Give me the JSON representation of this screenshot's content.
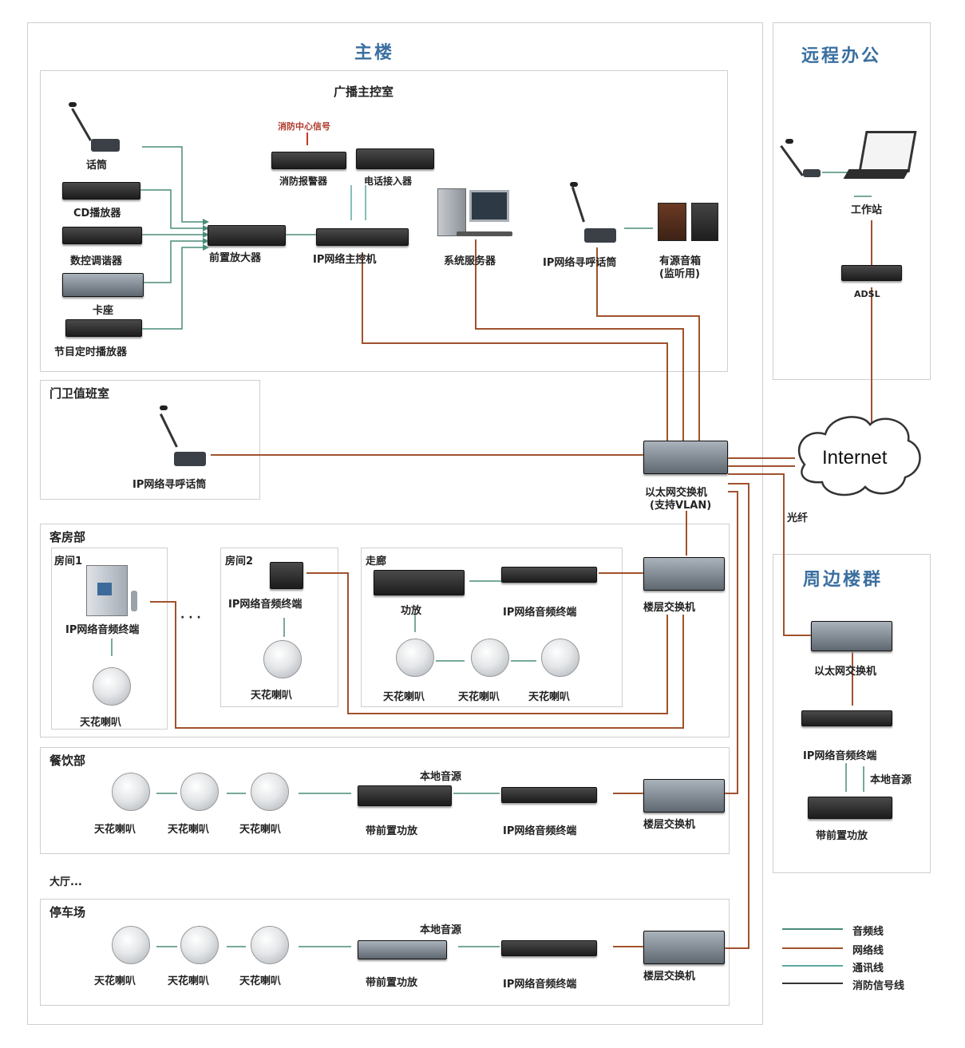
{
  "header": {
    "partial_title": ""
  },
  "zones": {
    "main_building": "主楼",
    "remote_office": "远程办公",
    "surrounding": "周边楼群"
  },
  "control_room": {
    "title": "广播主控室",
    "fire_center_signal": "消防中心信号",
    "fire_module": "消防报警器",
    "phone_adapter": "电话接入器",
    "microphone": "话筒",
    "cd_player": "CD播放器",
    "tuner": "数控调谐器",
    "cassette": "卡座",
    "timer_player": "节目定时播放器",
    "preamp": "前置放大器",
    "ip_host": "IP网络主控机",
    "server": "系统服务器",
    "ip_pager": "IP网络寻呼话筒",
    "monitor_speakers": "有源音箱",
    "monitor_note": "(监听用)"
  },
  "guard_room": {
    "title": "门卫值班室",
    "ip_pager": "IP网络寻呼话筒"
  },
  "core_switch": {
    "line1": "以太网交换机",
    "line2": "(支持VLAN)"
  },
  "internet": {
    "label": "Internet",
    "fiber": "光纤"
  },
  "remote": {
    "workstation": "工作站",
    "adsl": "ADSL"
  },
  "guest_dept": {
    "title": "客房部",
    "room1": "房间1",
    "room1_terminal": "IP网络音频终端",
    "room1_speaker": "天花喇叭",
    "room2": "房间2",
    "room2_terminal": "IP网络音频终端",
    "room2_speaker": "天花喇叭",
    "corridor": "走廊",
    "corridor_amp": "功放",
    "corridor_terminal": "IP网络音频终端",
    "corridor_speakers": [
      "天花喇叭",
      "天花喇叭",
      "天花喇叭"
    ],
    "floor_switch": "楼层交换机",
    "ellipsis": "· · ·"
  },
  "dining": {
    "title": "餐饮部",
    "local_source": "本地音源",
    "amp": "带前置功放",
    "terminal": "IP网络音频终端",
    "floor_switch": "楼层交换机",
    "speakers": [
      "天花喇叭",
      "天花喇叭",
      "天花喇叭"
    ]
  },
  "hall_label": "大厅...",
  "parking": {
    "title": "停车场",
    "local_source": "本地音源",
    "amp": "带前置功放",
    "terminal": "IP网络音频终端",
    "floor_switch": "楼层交换机",
    "speakers": [
      "天花喇叭",
      "天花喇叭",
      "天花喇叭"
    ]
  },
  "surrounding_bldg": {
    "switch": "以太网交换机",
    "terminal": "IP网络音频终端",
    "local_source": "本地音源",
    "amp": "带前置功放"
  },
  "legend": {
    "items": [
      {
        "label": "音频线",
        "color": "#4a8c7a"
      },
      {
        "label": "网络线",
        "color": "#a0522d"
      },
      {
        "label": "通讯线",
        "color": "#5aa9a0"
      },
      {
        "label": "消防信号线",
        "color": "#333333"
      }
    ]
  },
  "colors": {
    "network": "#a0522d",
    "audio": "#4a8c7a",
    "comm": "#5aa9a0",
    "fire": "#333333",
    "zone_title": "#3a6fa0"
  }
}
